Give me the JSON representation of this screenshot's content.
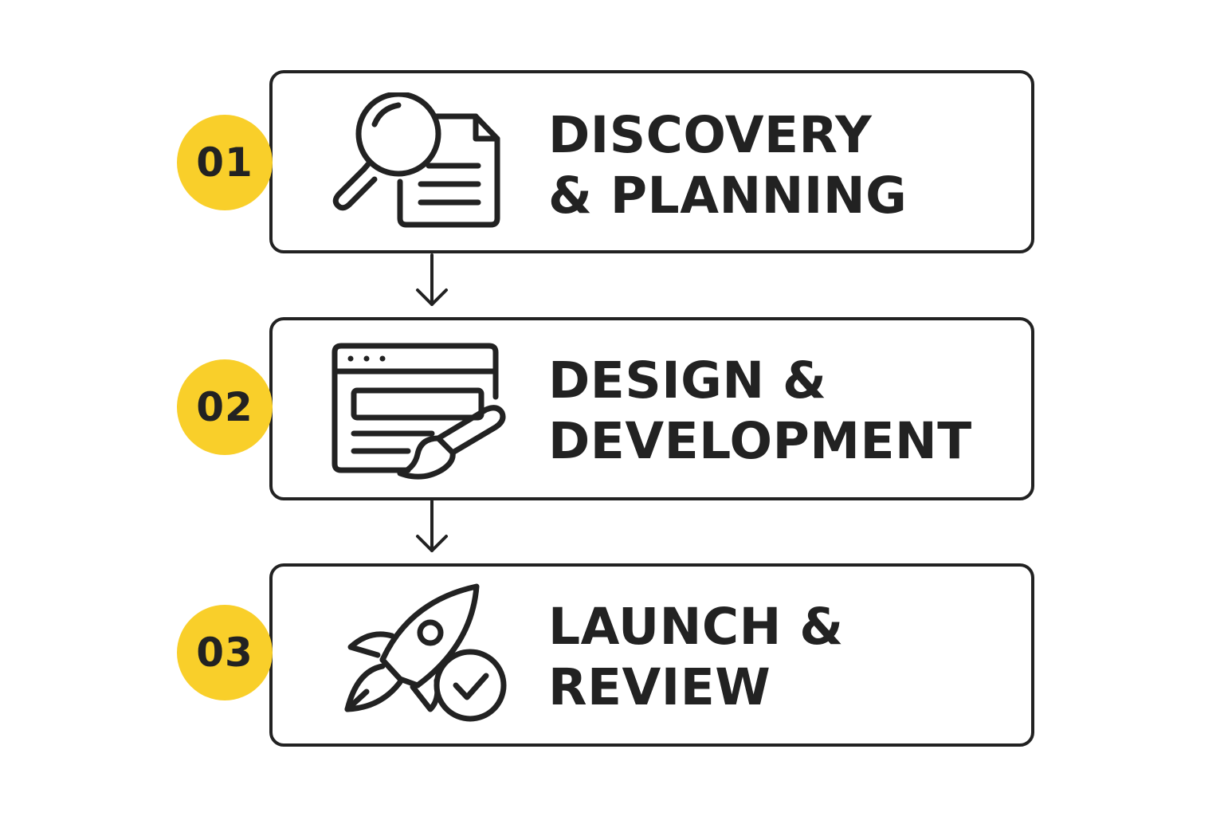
{
  "accent_color": "#f9cf2a",
  "line_color": "#222222",
  "steps": [
    {
      "number": "01",
      "line1": "DISCOVERY",
      "line2": "& PLANNING",
      "icon": "magnifier-document-icon"
    },
    {
      "number": "02",
      "line1": "DESIGN &",
      "line2": "DEVELOPMENT",
      "icon": "browser-brush-icon"
    },
    {
      "number": "03",
      "line1": "LAUNCH &",
      "line2": "REVIEW",
      "icon": "rocket-check-icon"
    }
  ]
}
